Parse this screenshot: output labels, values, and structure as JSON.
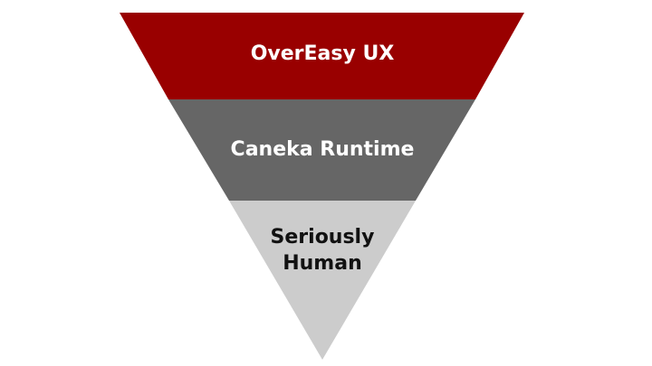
{
  "layers": [
    {
      "label": "OverEasy UX",
      "color": "#990000",
      "text_color": "#ffffff"
    },
    {
      "label": "Caneka Runtime",
      "color": "#666666",
      "text_color": "#ffffff"
    },
    {
      "label_line1": "Seriously",
      "label_line2": "Human",
      "color": "#cccccc",
      "text_color": "#111111"
    }
  ]
}
